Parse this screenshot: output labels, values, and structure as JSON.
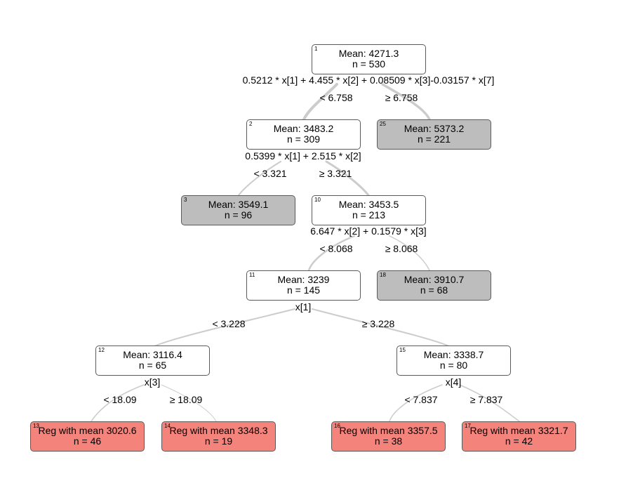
{
  "nodes": {
    "n1": {
      "id": "1",
      "line1": "Mean: 4271.3",
      "line2": "n = 530"
    },
    "n2": {
      "id": "2",
      "line1": "Mean: 3483.2",
      "line2": "n = 309"
    },
    "n25": {
      "id": "25",
      "line1": "Mean: 5373.2",
      "line2": "n = 221"
    },
    "n3": {
      "id": "3",
      "line1": "Mean: 3549.1",
      "line2": "n = 96"
    },
    "n10": {
      "id": "10",
      "line1": "Mean: 3453.5",
      "line2": "n = 213"
    },
    "n11": {
      "id": "11",
      "line1": "Mean: 3239",
      "line2": "n = 145"
    },
    "n18": {
      "id": "18",
      "line1": "Mean: 3910.7",
      "line2": "n = 68"
    },
    "n12": {
      "id": "12",
      "line1": "Mean: 3116.4",
      "line2": "n = 65"
    },
    "n15": {
      "id": "15",
      "line1": "Mean: 3338.7",
      "line2": "n = 80"
    },
    "n13": {
      "id": "13",
      "line1": "Reg with mean 3020.6",
      "line2": "n = 46"
    },
    "n14": {
      "id": "14",
      "line1": "Reg with mean 3348.3",
      "line2": "n = 19"
    },
    "n16": {
      "id": "16",
      "line1": "Reg with mean 3357.5",
      "line2": "n = 38"
    },
    "n17": {
      "id": "17",
      "line1": "Reg with mean 3321.7",
      "line2": "n = 42"
    }
  },
  "splits": {
    "s1": "0.5212 * x[1] + 4.455 * x[2] + 0.08509 * x[3]-0.03157 * x[7]",
    "s2": "0.5399 * x[1] + 2.515 * x[2]",
    "s10": "6.647 * x[2] + 0.1579 * x[3]",
    "s11": "x[1]",
    "s12": "x[3]",
    "s15": "x[4]"
  },
  "edge_labels": {
    "e1_left": "< 6.758",
    "e1_right": "≥ 6.758",
    "e2_left": "< 3.321",
    "e2_right": "≥ 3.321",
    "e10_left": "< 8.068",
    "e10_right": "≥ 8.068",
    "e11_left": "< 3.228",
    "e11_right": "≥ 3.228",
    "e12_left": "< 18.09",
    "e12_right": "≥ 18.09",
    "e15_left": "< 7.837",
    "e15_right": "≥ 7.837"
  }
}
